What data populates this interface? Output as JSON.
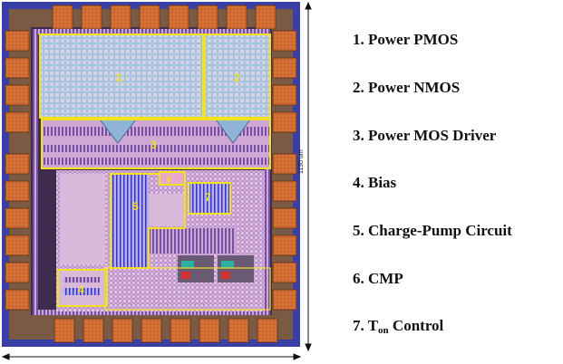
{
  "figure": {
    "dimension_label": "1130 um",
    "block_labels": [
      "1",
      "2",
      "3",
      "4",
      "5",
      "6",
      "7"
    ]
  },
  "legend": {
    "items": [
      {
        "num": "1.",
        "text": "Power PMOS"
      },
      {
        "num": "2.",
        "text": "Power NMOS"
      },
      {
        "num": "3.",
        "text": "Power MOS Driver"
      },
      {
        "num": "4.",
        "text": "Bias"
      },
      {
        "num": "5.",
        "text": "Charge-Pump Circuit"
      },
      {
        "num": "6.",
        "text": "CMP"
      },
      {
        "num": "7.",
        "text": "T",
        "sub": "on",
        "text_after": " Control"
      }
    ]
  },
  "colors": {
    "die_border": "#3a3fa8",
    "pad_fill": "#c8602a",
    "pad_frame": "#6b3a1e",
    "core_fill": "#d9b9d9",
    "highlight": "#f2e21c",
    "metal_grid": "#9fc6e6"
  }
}
